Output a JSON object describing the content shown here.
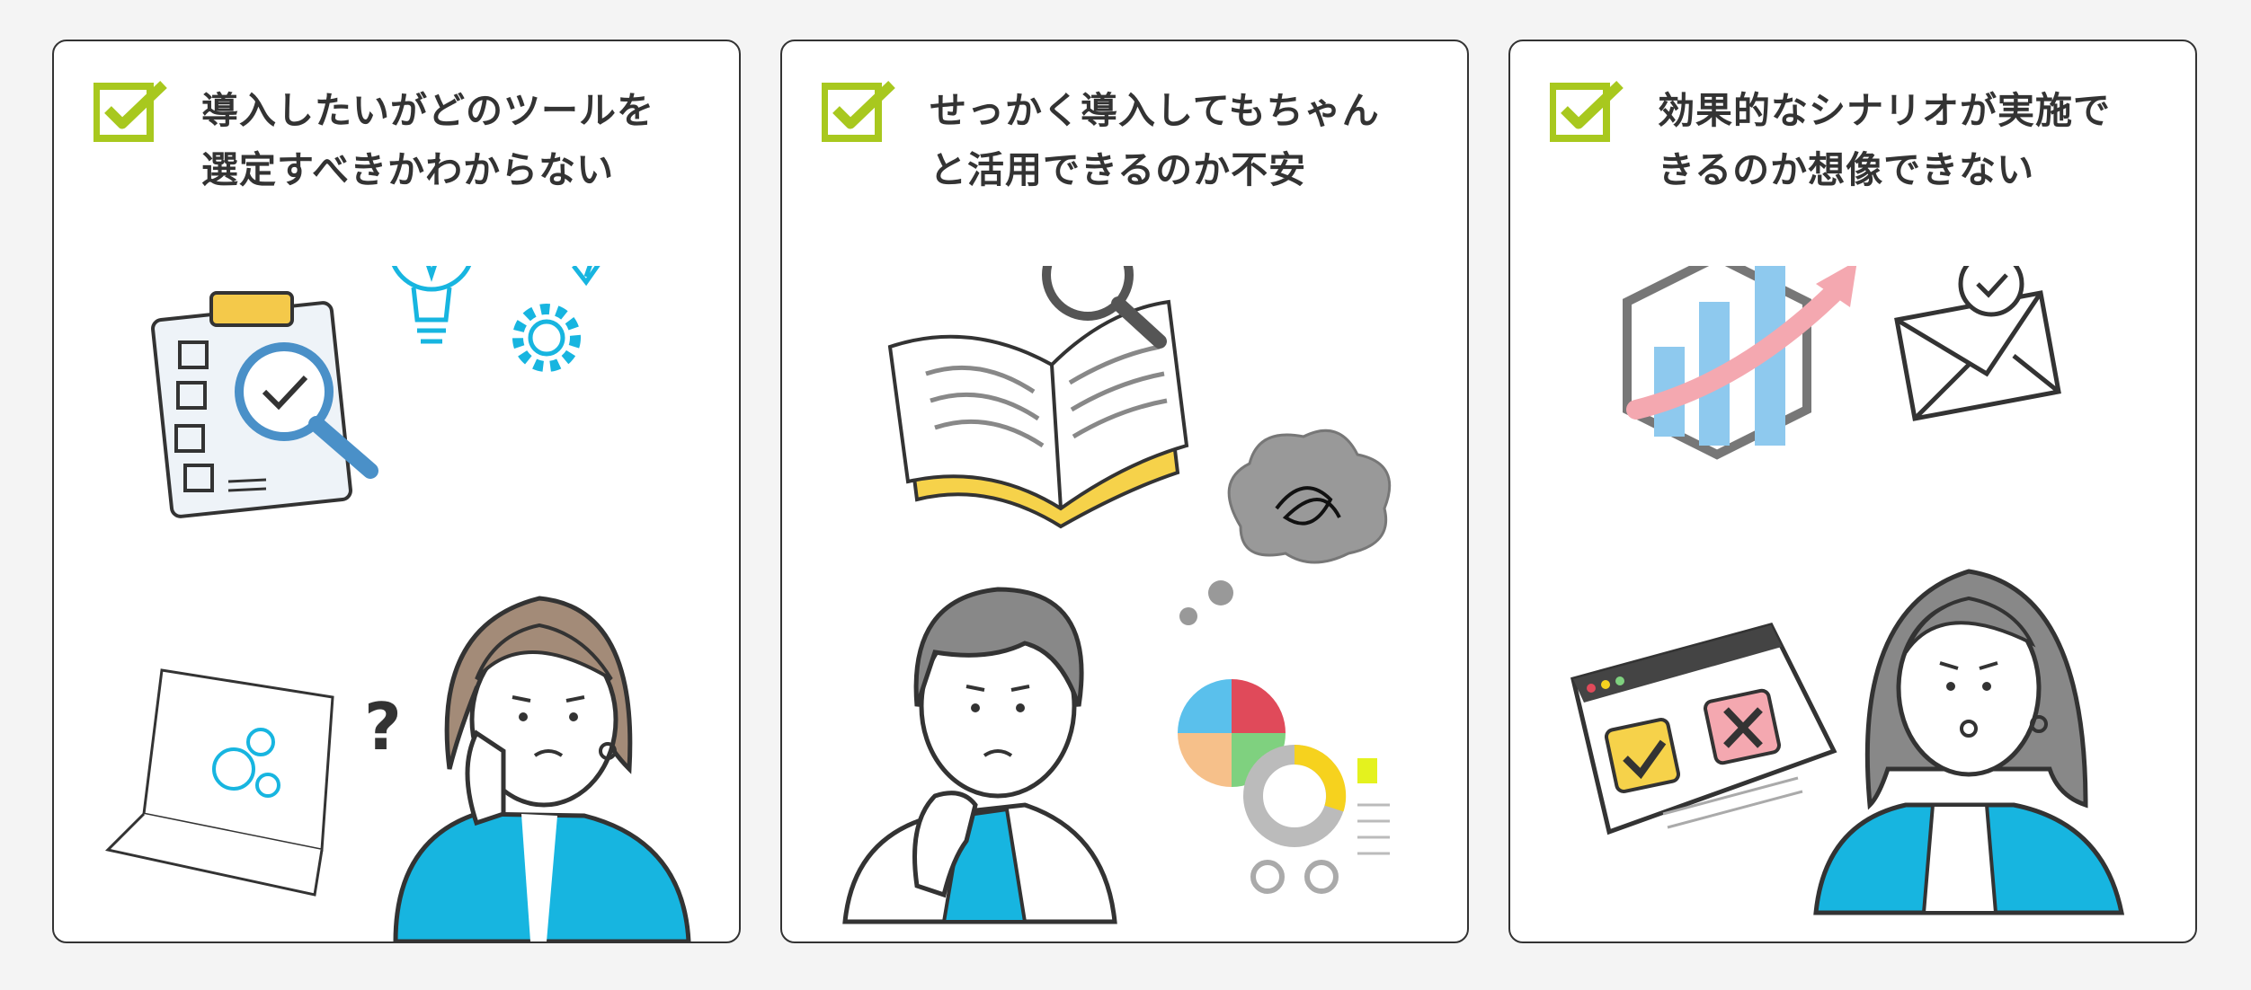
{
  "cards": [
    {
      "title_line1": "導入したいがどのツールを",
      "title_line2": "選定すべきかわからない",
      "icon": "checkbox-checked-icon"
    },
    {
      "title_line1": "せっかく導入してもちゃん",
      "title_line2": "と活用できるのか不安",
      "icon": "checkbox-checked-icon"
    },
    {
      "title_line1": "効果的なシナリオが実施で",
      "title_line2": "きるのか想像できない",
      "icon": "checkbox-checked-icon"
    }
  ],
  "colors": {
    "accent_green": "#a8c81e",
    "accent_blue": "#17b5e0",
    "outline": "#333333",
    "background": "#f4f4f4"
  }
}
